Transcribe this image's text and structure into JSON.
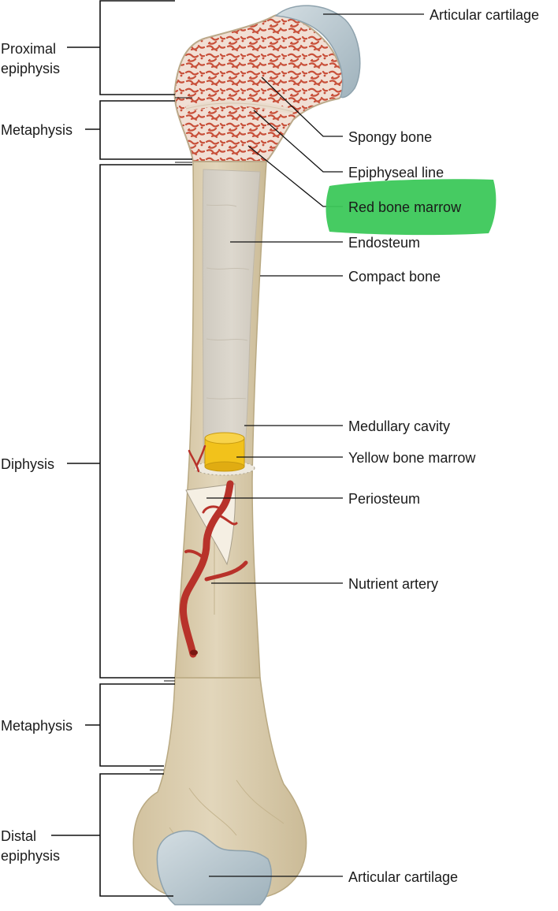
{
  "labels_left": {
    "proximal_epiphysis": [
      "Proximal",
      "epiphysis"
    ],
    "metaphysis_top": "Metaphysis",
    "diphysis": "Diphysis",
    "metaphysis_bottom": "Metaphysis",
    "distal_epiphysis": [
      "Distal",
      "epiphysis"
    ]
  },
  "labels_right": {
    "articular_cartilage_top": "Articular cartilage",
    "spongy_bone": "Spongy bone",
    "epiphyseal_line": "Epiphyseal line",
    "red_bone_marrow": "Red bone marrow",
    "endosteum": "Endosteum",
    "compact_bone": "Compact bone",
    "medullary_cavity": "Medullary cavity",
    "yellow_bone_marrow": "Yellow bone marrow",
    "periosteum": "Periosteum",
    "nutrient_artery": "Nutrient artery",
    "articular_cartilage_bottom": "Articular cartilage"
  },
  "highlight": {
    "target": "red_bone_marrow",
    "color": "#3cc85a"
  },
  "colors": {
    "bone": "#ddd0b3",
    "bone_dark": "#c9b996",
    "cavity": "#d8d3c8",
    "spongy_bg": "#f1dfd4",
    "spongy_marrow": "#c8503a",
    "cartilage": "#b7c6ce",
    "yellow_marrow": "#f2c21b",
    "artery": "#b8322a",
    "leader": "#111111"
  }
}
